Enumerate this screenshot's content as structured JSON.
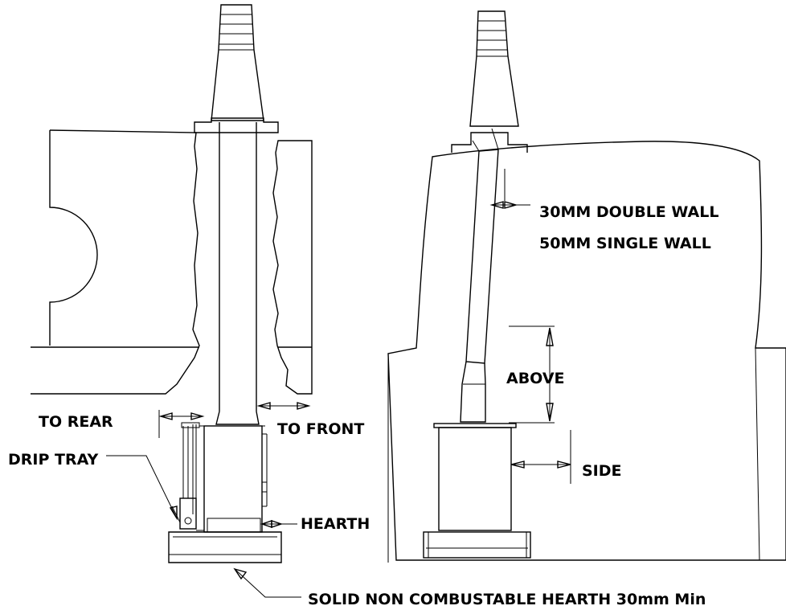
{
  "labels": {
    "double_wall": "30MM  DOUBLE WALL",
    "single_wall": "50MM SINGLE WALL",
    "above": "ABOVE",
    "side": "SIDE",
    "to_rear": "TO REAR",
    "to_front": "TO FRONT",
    "drip_tray": "DRIP TRAY",
    "hearth": "HEARTH",
    "solid_hearth": "SOLID NON COMBUSTABLE HEARTH 30mm Min"
  },
  "colors": {
    "line": "#000000",
    "background": "#ffffff"
  }
}
